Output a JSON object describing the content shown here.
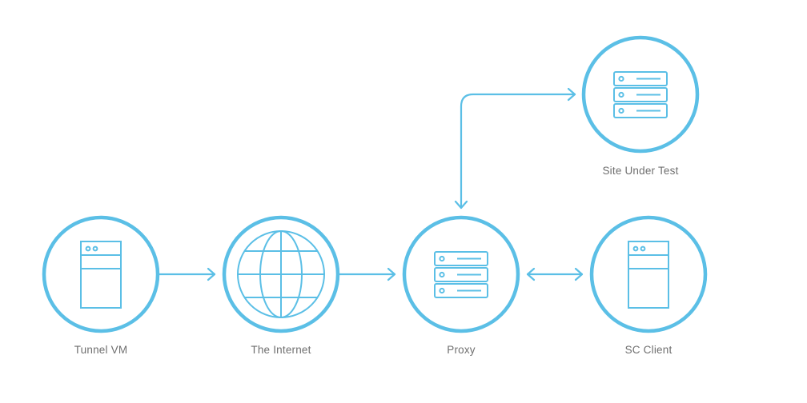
{
  "diagram": {
    "accent_color": "#5bbfe6",
    "label_color": "#6f6f6f",
    "nodes": [
      {
        "id": "tunnel-vm",
        "label": "Tunnel VM",
        "icon": "tower-server-icon"
      },
      {
        "id": "the-internet",
        "label": "The Internet",
        "icon": "globe-icon"
      },
      {
        "id": "proxy",
        "label": "Proxy",
        "icon": "rack-server-icon"
      },
      {
        "id": "sc-client",
        "label": "SC Client",
        "icon": "tower-server-icon"
      },
      {
        "id": "site-under-test",
        "label": "Site Under Test",
        "icon": "rack-server-icon"
      }
    ],
    "connections": [
      {
        "from": "tunnel-vm",
        "to": "the-internet",
        "direction": "forward"
      },
      {
        "from": "the-internet",
        "to": "proxy",
        "direction": "forward"
      },
      {
        "from": "proxy",
        "to": "sc-client",
        "direction": "both"
      },
      {
        "from": "proxy",
        "to": "site-under-test",
        "direction": "both"
      }
    ]
  }
}
